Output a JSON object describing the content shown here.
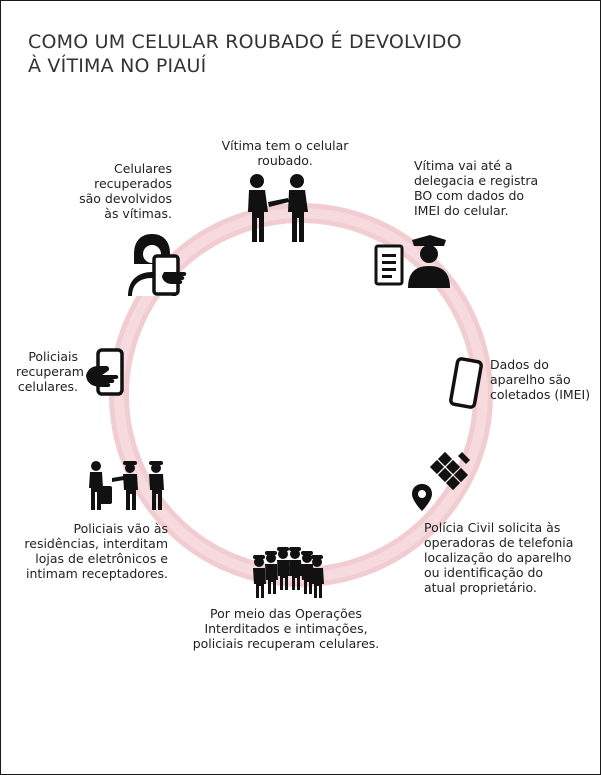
{
  "title": {
    "line1": "COMO UM CELULAR ROUBADO É DEVOLVIDO",
    "line2": "À VÍTIMA NO PIAUÍ"
  },
  "colors": {
    "ring": "#f1cdd1",
    "ring_edge": "#e8b3b9",
    "icon": "#111111"
  },
  "steps": [
    {
      "icon": "two-people-theft-icon",
      "lines": [
        "Vítima tem o celular",
        "roubado."
      ]
    },
    {
      "icon": "police-officer-document-icon",
      "lines": [
        "Vítima vai até a",
        "delegacia e registra",
        "BO com dados do",
        "IMEI do celular."
      ]
    },
    {
      "icon": "smartphone-icon",
      "lines": [
        "Dados do",
        "aparelho são",
        "coletados (IMEI)"
      ]
    },
    {
      "icon": "satellite-location-icon",
      "lines": [
        "Polícia Civil solicita às",
        "operadoras de telefonia",
        "localização do aparelho",
        "ou  identificação do",
        "atual proprietário."
      ]
    },
    {
      "icon": "police-group-icon",
      "lines": [
        "Por meio das Operações",
        "Interditados e intimações,",
        "policiais recuperam celulares."
      ]
    },
    {
      "icon": "police-officers-suspect-icon",
      "lines": [
        "Policiais vão às",
        "residências, interditam",
        "lojas de eletrônicos e",
        "intimam receptadores."
      ]
    },
    {
      "icon": "hand-holding-phone-icon",
      "lines": [
        "Policiais",
        "recuperam",
        "celulares."
      ]
    },
    {
      "icon": "woman-with-phone-icon",
      "lines": [
        "Celulares",
        "recuperados",
        "são devolvidos",
        "às vítimas."
      ]
    }
  ]
}
